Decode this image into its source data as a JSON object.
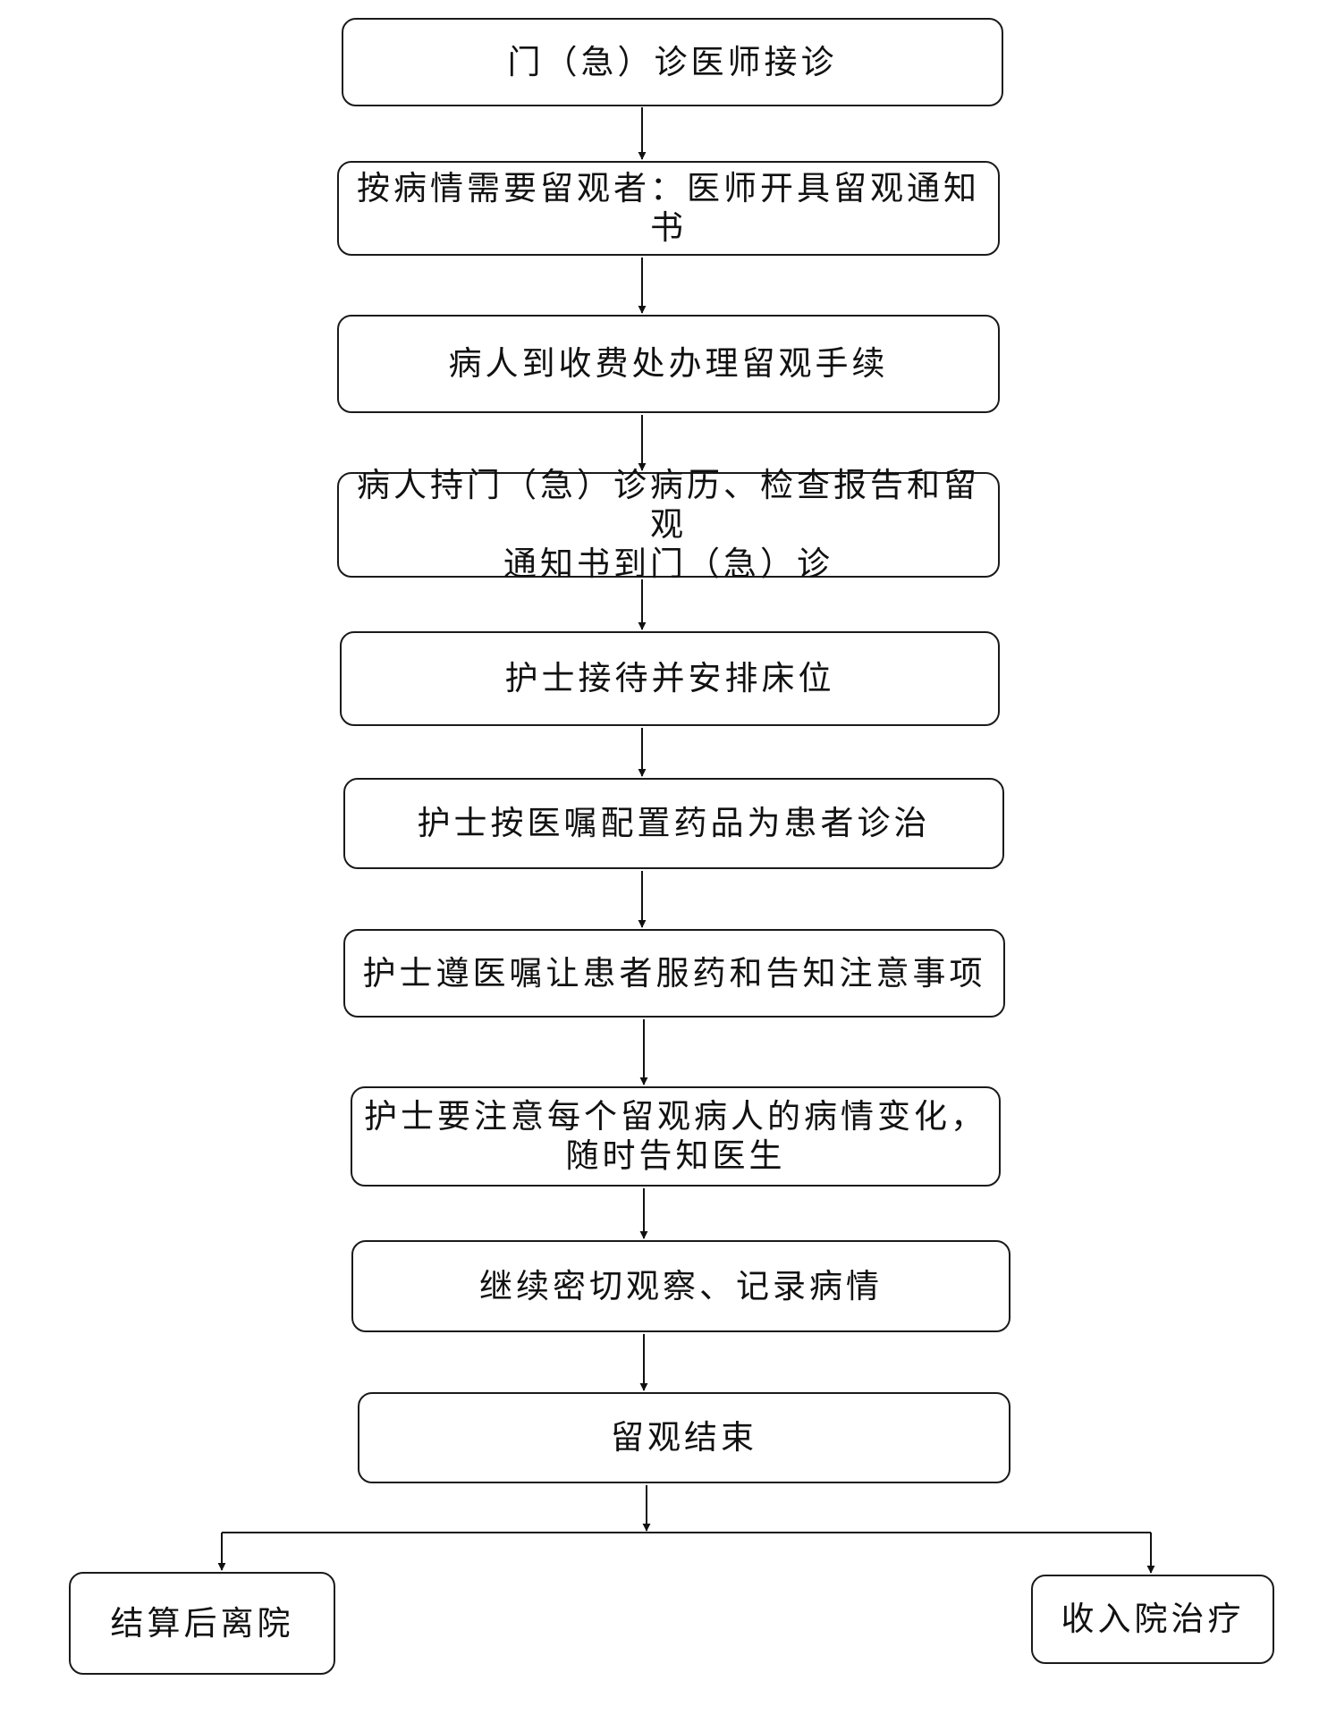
{
  "flowchart": {
    "steps": [
      "门（急）诊医师接诊",
      "按病情需要留观者：医师开具留观通知书",
      "病人到收费处办理留观手续",
      "病人持门（急）诊病历、检查报告和留观\n通知书到门（急）诊",
      "护士接待并安排床位",
      "护士按医嘱配置药品为患者诊治",
      "护士遵医嘱让患者服药和告知注意事项",
      "护士要注意每个留观病人的病情变化，\n随时告知医生",
      "继续密切观察、记录病情",
      "留观结束"
    ],
    "outcomes": {
      "left": "结算后离院",
      "right": "收入院治疗"
    }
  }
}
